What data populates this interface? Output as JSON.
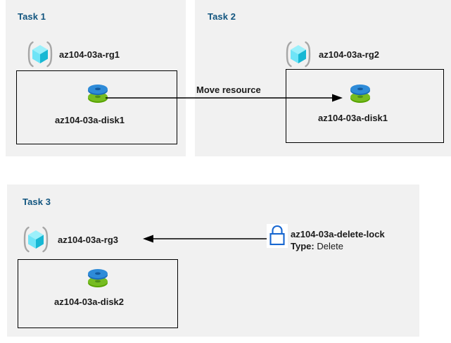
{
  "diagram": {
    "title_color": "#12557f",
    "panel_bg": "#f1f1f1",
    "page_bg": "#ffffff",
    "line_color": "#000000"
  },
  "tasks": [
    {
      "label": "Task 1",
      "resource_group": "az104-03a-rg1",
      "disk": "az104-03a-disk1"
    },
    {
      "label": "Task 2",
      "resource_group": "az104-03a-rg2",
      "disk": "az104-03a-disk1"
    },
    {
      "label": "Task 3",
      "resource_group": "az104-03a-rg3",
      "disk": "az104-03a-disk2",
      "lock_name": "az104-03a-delete-lock",
      "lock_type_label": "Type:",
      "lock_type_value": "Delete"
    }
  ],
  "connectors": {
    "move_resource_label": "Move resource"
  },
  "icons": {
    "resource_group": "resource-group-icon",
    "disk": "managed-disk-icon",
    "lock": "lock-icon",
    "arrow": "arrow-icon"
  }
}
